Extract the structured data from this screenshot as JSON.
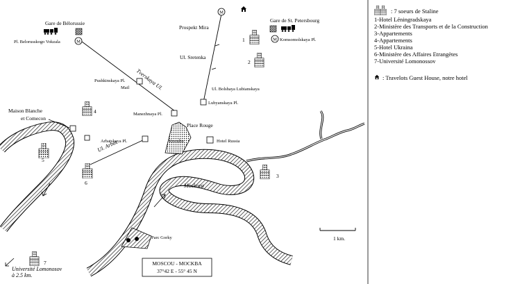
{
  "map": {
    "stations": {
      "belorussie_title": "Gare de Bélorussie",
      "belorussie_metro": "Pl. Belorusskogo Vokzala",
      "stpetersbourg_title": "Gare de St. Petersbourg",
      "stpetersbourg_metro": "Komsomolskaya Pl."
    },
    "streets": {
      "prospekt_mira": "Prospekt Mira",
      "ul_sretenka": "Ul. Sretenka",
      "tverskaya": "Tverskaya Ul.",
      "ul_arbat": "Ul. Arbat",
      "bolshaya_lubianskaya": "Ul. Bolshaya Lubianskaya"
    },
    "squares": {
      "pushkinskaya": "Pushkinskaya Pl.",
      "mail": "Mail",
      "lubyanskaya": "Lubyanskaya Pl.",
      "manezhnaya": "Manezhnaya Pl.",
      "arbatskaya": "Arbatskaya Pl."
    },
    "places": {
      "maison_blanche_1": "Maison Blanche",
      "maison_blanche_2": "et Comecon",
      "place_rouge": "Place Rouge",
      "kremlin": "Kremlin",
      "hotel_russia": "Hotel Russia",
      "moskova": "Moskova",
      "parc_gorky": "Parc Gorky"
    },
    "building_numbers": {
      "b1": "1",
      "b2": "2",
      "b3": "3",
      "b4": "4",
      "b5": "5",
      "b6": "6",
      "b7": "7"
    },
    "metro_symbol": "M",
    "scale_label": "1 km.",
    "universite": {
      "line1": "Université Lomonosov",
      "line2": "à 2.5 km."
    },
    "title_box": {
      "line1": "MOSCOU - MOCKBA",
      "line2": "37°42 E - 55° 45 N"
    }
  },
  "legend": {
    "stalin_label": ": 7 soeurs de Staline",
    "items": [
      "1-Hotel Léningradskaya",
      "2-Ministère des Transports et de la Construction",
      "3-Appartements",
      "4-Appartements",
      "5-Hotel Ukraina",
      "6-Ministère des Affaires Etrangètes",
      "7-Université Lomonossov"
    ],
    "hotel_label": ": Travelots Guest House, notre hotel"
  },
  "colors": {
    "ink": "#000000",
    "paper": "#ffffff"
  },
  "icons": {
    "stalin": "stalin-skyscraper-icon",
    "metro": "metro-icon",
    "hotel": "house-icon",
    "train": "train-icon"
  }
}
